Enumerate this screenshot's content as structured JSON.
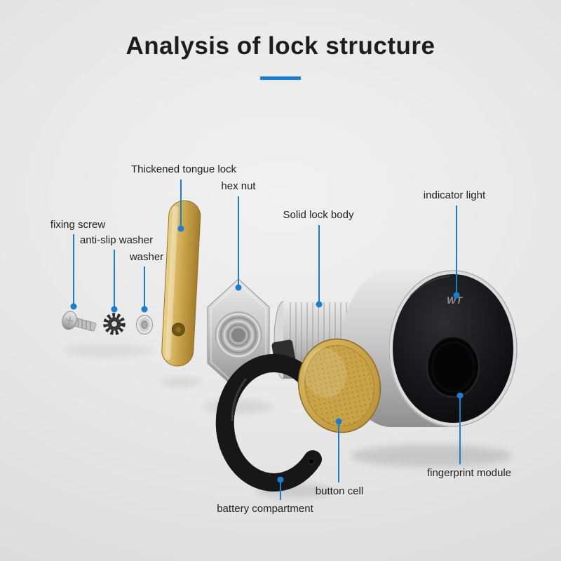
{
  "accent_color": "#1a7ed0",
  "background_color": "#e4e4e4",
  "header": {
    "title": "Analysis of lock structure"
  },
  "diagram": {
    "lock_logo": "WT",
    "callouts": [
      {
        "part": "fixing-screw",
        "label": "fixing screw"
      },
      {
        "part": "anti-slip-washer",
        "label": "anti-slip washer"
      },
      {
        "part": "washer",
        "label": "washer"
      },
      {
        "part": "thickened-tongue-lock",
        "label": "Thickened tongue lock"
      },
      {
        "part": "hex-nut",
        "label": "hex nut"
      },
      {
        "part": "solid-lock-body",
        "label": "Solid lock body"
      },
      {
        "part": "indicator-light",
        "label": "indicator light"
      },
      {
        "part": "fingerprint-module",
        "label": "fingerprint module"
      },
      {
        "part": "button-cell",
        "label": "button cell"
      },
      {
        "part": "battery-compartment",
        "label": "battery compartment"
      }
    ]
  }
}
